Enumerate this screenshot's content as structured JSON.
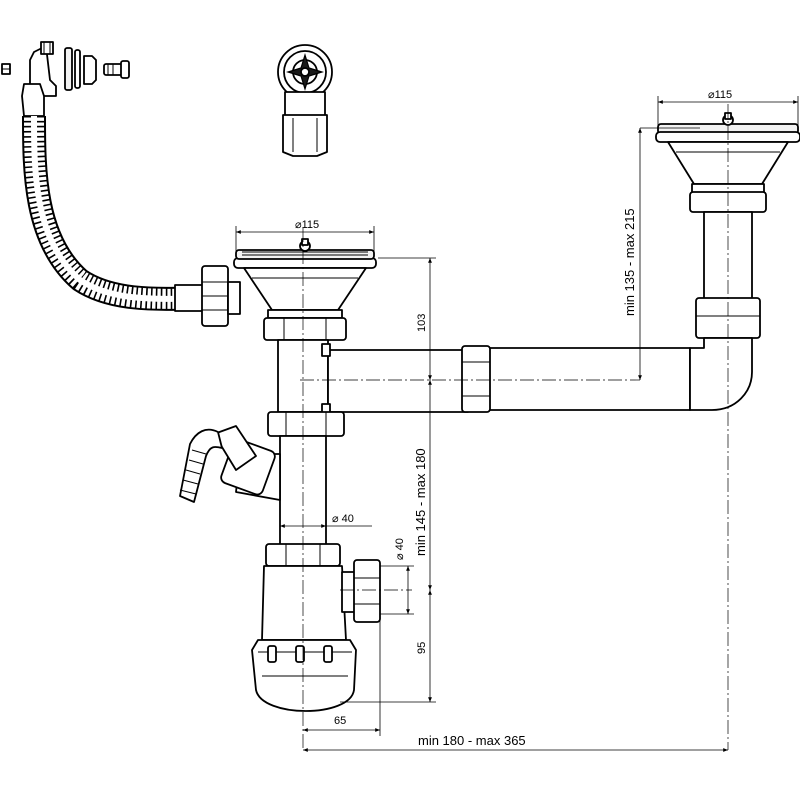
{
  "dimensions": {
    "basket_diameter_left": "⌀115",
    "basket_diameter_right": "⌀115",
    "height_basket_to_branch": "103",
    "range_overflow_height": "min 135 - max 215",
    "range_trap_height": "min 145 - max 180",
    "pipe_diameter": "⌀ 40",
    "outlet_diameter": "⌀ 40",
    "trap_height": "95",
    "trap_offset": "65",
    "range_horizontal": "min 180 - max 365"
  }
}
